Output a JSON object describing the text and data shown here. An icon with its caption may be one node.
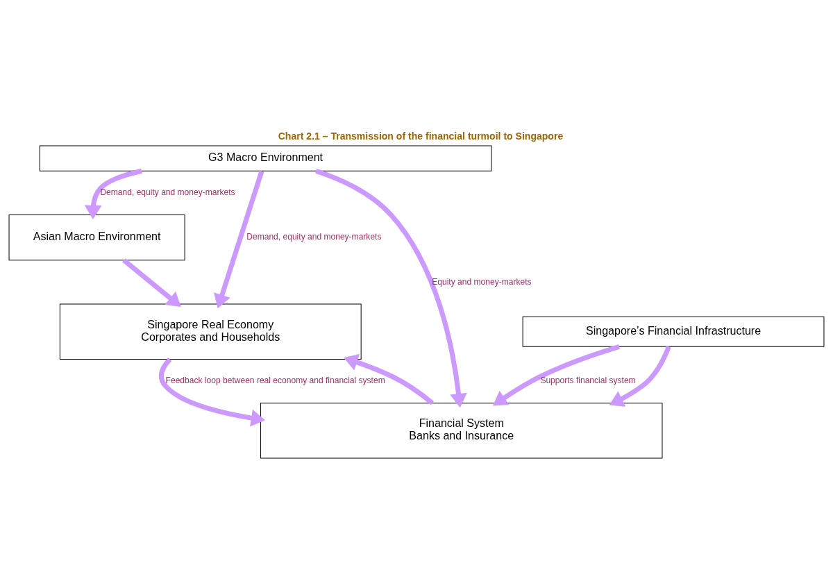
{
  "diagram": {
    "title": "Chart 2.1 – Transmission of the financial turmoil to Singapore",
    "nodes": [
      {
        "text": [
          "G3 Macro Environment"
        ]
      },
      {
        "text": [
          "Asian Macro Environment"
        ]
      },
      {
        "text": [
          "Singapore Real Economy",
          "Corporates and Households"
        ]
      },
      {
        "text": [
          "Financial System",
          "Banks and Insurance"
        ]
      },
      {
        "text": [
          "Singapore’s Financial Infrastructure"
        ]
      }
    ],
    "edges": [
      {
        "from": 0,
        "to": 1,
        "arrow": "to",
        "label": "Demand, equity and money-markets"
      },
      {
        "from": 1,
        "to": 2,
        "arrow": "to"
      },
      {
        "from": 0,
        "to": 2,
        "arrow": "to",
        "label": "Demand, equity and money-markets"
      },
      {
        "from": 0,
        "to": 3,
        "arrow": "to",
        "label": "Equity and money-markets"
      },
      {
        "from": 2,
        "to": 3,
        "arrow": "to",
        "label": "Feedback loop between real economy and financial system"
      },
      {
        "from": 3,
        "to": 2,
        "arrow": "to"
      },
      {
        "from": 4,
        "to": 3,
        "arrow": "to",
        "label": "Supports financial system"
      },
      {
        "from": 4,
        "to": 3,
        "arrow": "to"
      }
    ]
  }
}
